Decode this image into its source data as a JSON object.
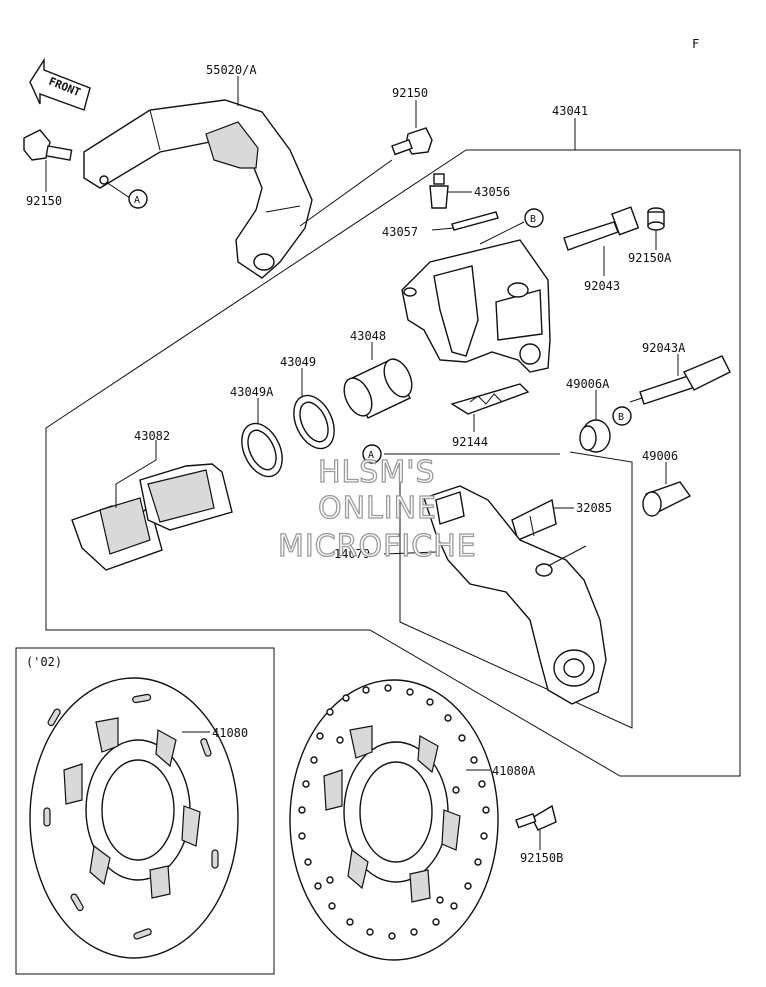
{
  "corner_mark": "F",
  "front_arrow_label": "FRONT",
  "variant_note": "('02)",
  "watermark": [
    "HLSM'S",
    "ONLINE",
    "MICROFICHE"
  ],
  "callout_letters": {
    "a": "A",
    "b": "B"
  },
  "part_labels": {
    "p55020a": "55020/A",
    "p92150_top": "92150",
    "p92150_left": "92150",
    "p43041": "43041",
    "p43056": "43056",
    "p43057": "43057",
    "p92043": "92043",
    "p92150a": "92150A",
    "p43048": "43048",
    "p43049": "43049",
    "p43049a": "43049A",
    "p43082": "43082",
    "p92043a": "92043A",
    "p49006a": "49006A",
    "p92144": "92144",
    "p49006": "49006",
    "p32085": "32085",
    "p14079": "14079",
    "p41080": "41080",
    "p41080a": "41080A",
    "p92150b": "92150B"
  }
}
